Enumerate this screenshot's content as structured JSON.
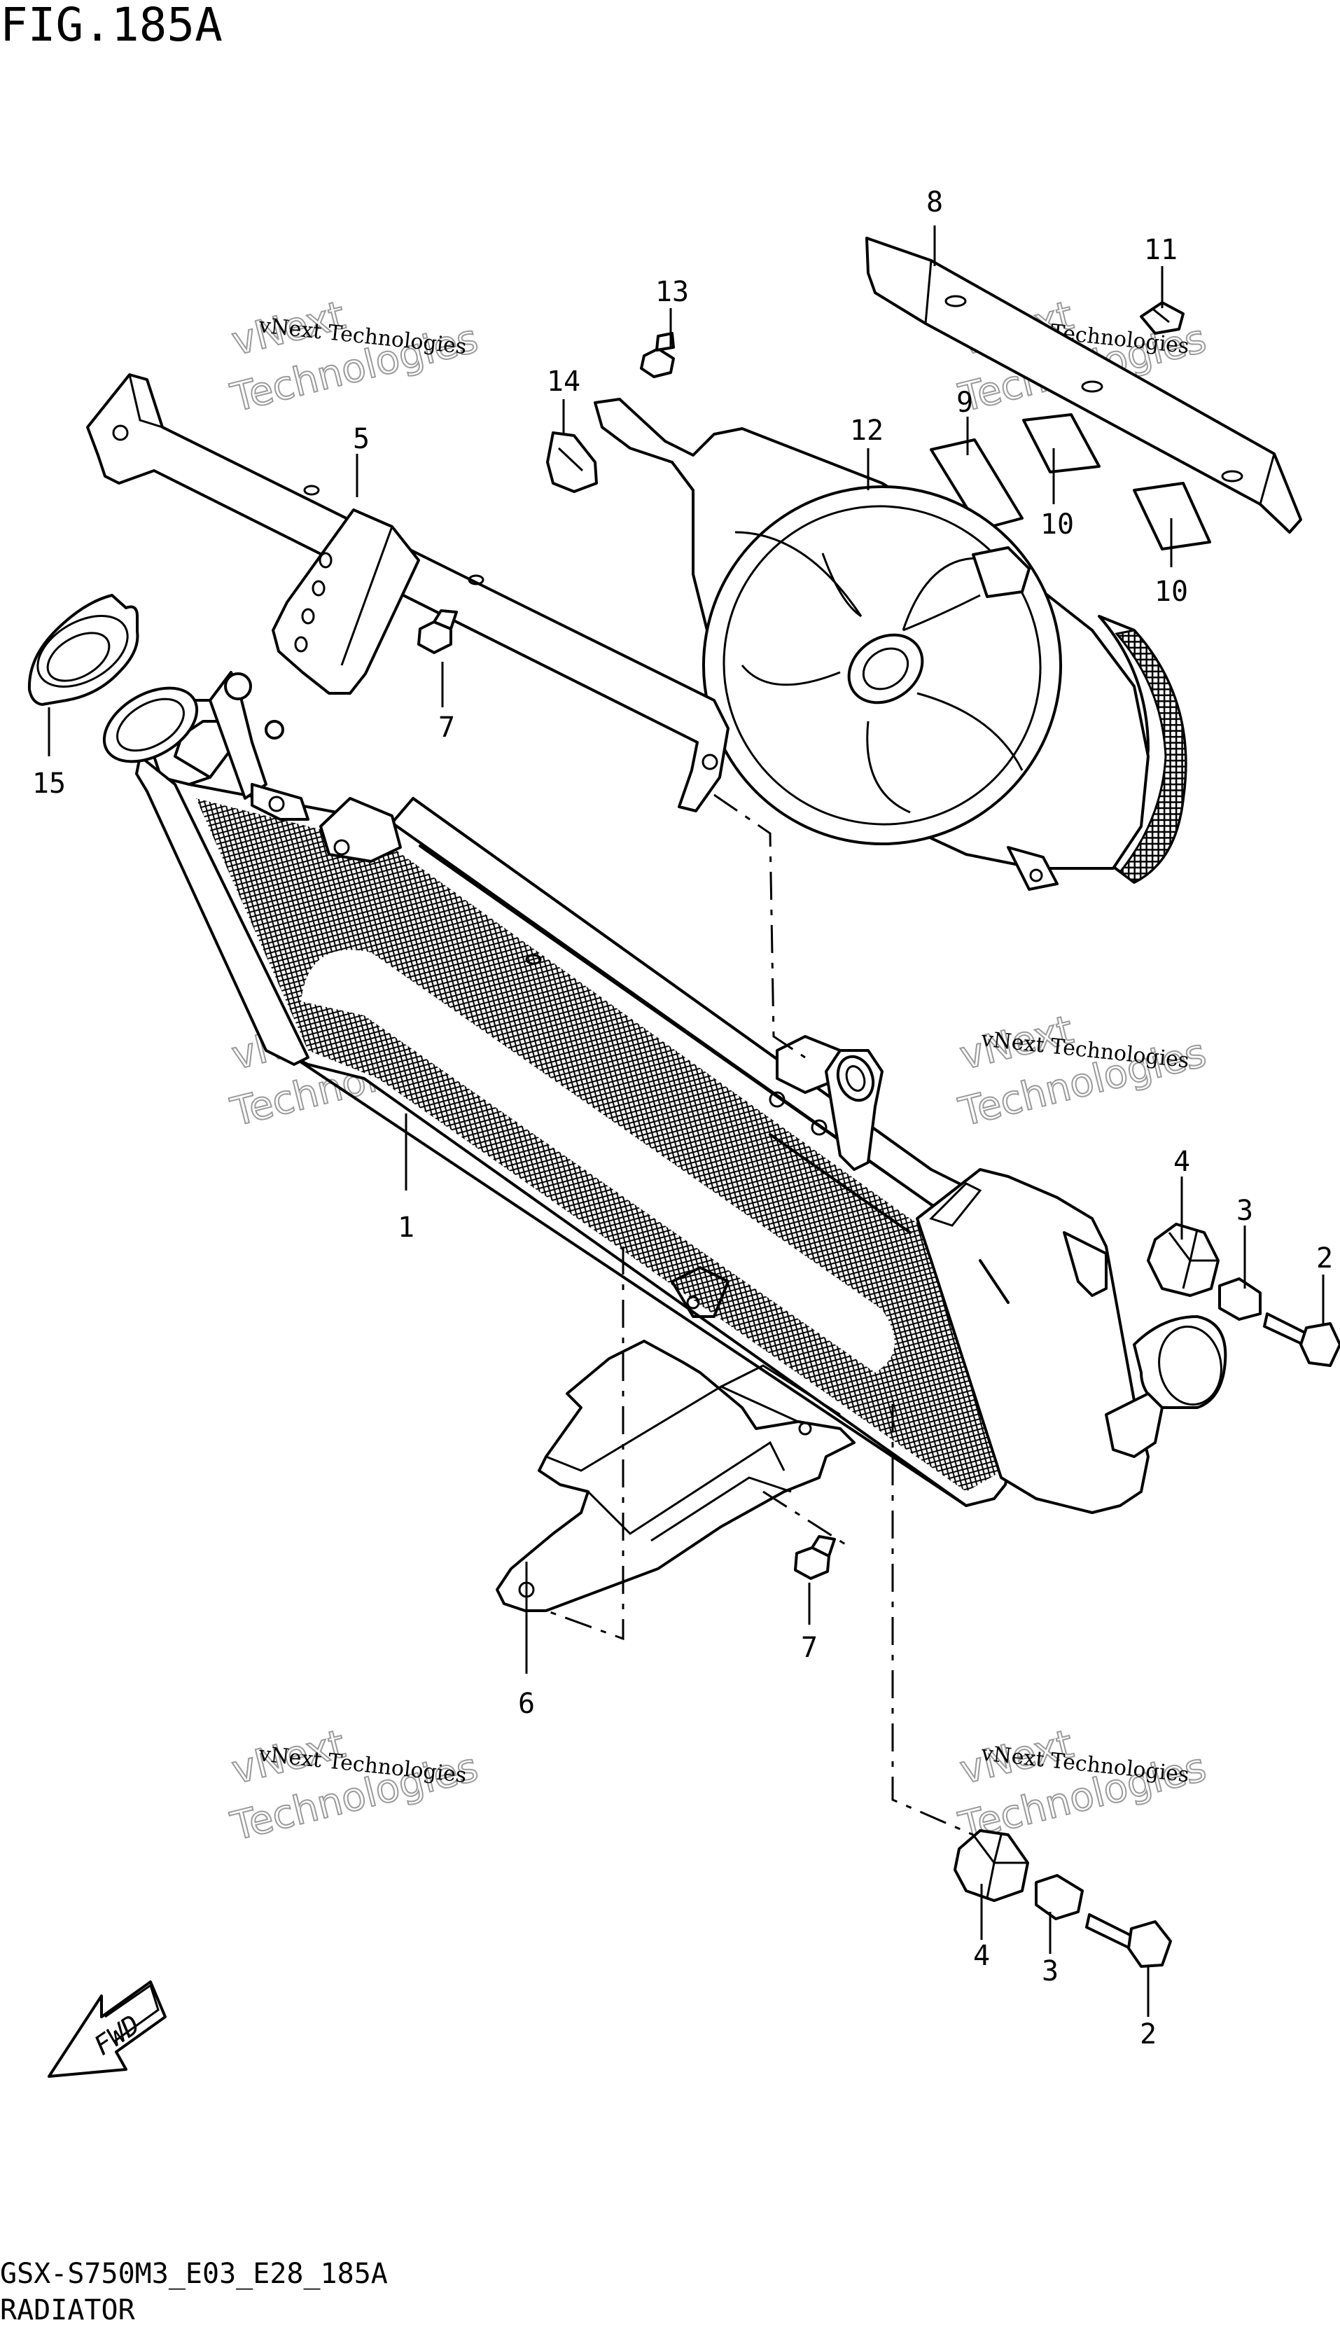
{
  "header": {
    "fig_title": "FIG.185A"
  },
  "footer": {
    "model_code": "GSX-S750M3_E03_E28_185A",
    "section_name": "RADIATOR"
  },
  "watermark": {
    "line1": "vNext Technologies",
    "line2": "vNext",
    "line3": "Technologies"
  },
  "fwd_label": "FWD",
  "callouts": [
    {
      "id": "c1",
      "text": "1"
    },
    {
      "id": "c2a",
      "text": "2"
    },
    {
      "id": "c2b",
      "text": "2"
    },
    {
      "id": "c3a",
      "text": "3"
    },
    {
      "id": "c3b",
      "text": "3"
    },
    {
      "id": "c4a",
      "text": "4"
    },
    {
      "id": "c4b",
      "text": "4"
    },
    {
      "id": "c5",
      "text": "5"
    },
    {
      "id": "c6",
      "text": "6"
    },
    {
      "id": "c7a",
      "text": "7"
    },
    {
      "id": "c7b",
      "text": "7"
    },
    {
      "id": "c8",
      "text": "8"
    },
    {
      "id": "c9",
      "text": "9"
    },
    {
      "id": "c10a",
      "text": "10"
    },
    {
      "id": "c10b",
      "text": "10"
    },
    {
      "id": "c11",
      "text": "11"
    },
    {
      "id": "c12",
      "text": "12"
    },
    {
      "id": "c13",
      "text": "13"
    },
    {
      "id": "c14",
      "text": "14"
    },
    {
      "id": "c15",
      "text": "15"
    }
  ]
}
